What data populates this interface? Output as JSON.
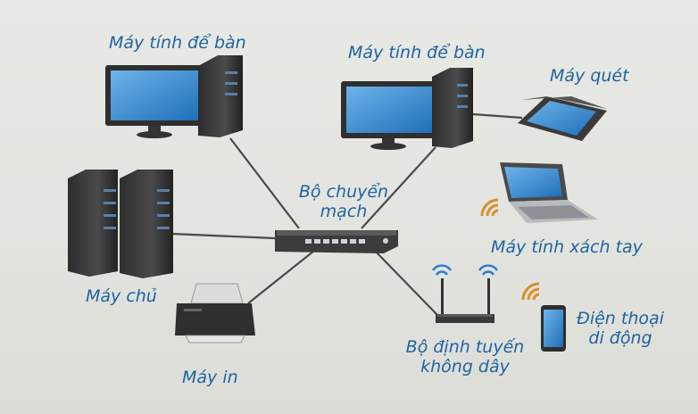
{
  "labels": {
    "desktop_left": "Máy tính để bàn",
    "desktop_right": "Máy tính để bàn",
    "scanner": "Máy quét",
    "switch_line1": "Bộ chuyển",
    "switch_line2": "mạch",
    "laptop": "Máy tính xách tay",
    "server": "Máy chủ",
    "printer": "Máy in",
    "router_line1": "Bộ định tuyến",
    "router_line2": "không dây",
    "phone_line1": "Điện thoại",
    "phone_line2": "di động"
  },
  "colors": {
    "label": "#1f63a3",
    "screen": "#3b8fd6",
    "tower": "#3a3a3a",
    "cable": "#4a4a4a",
    "wifi": "#2b7fd0",
    "wifi_device": "#d8902a"
  },
  "icons": [
    "desktop-icon",
    "server-icon",
    "printer-icon",
    "scanner-icon",
    "laptop-icon",
    "switch-icon",
    "router-icon",
    "phone-icon",
    "wifi-icon"
  ]
}
